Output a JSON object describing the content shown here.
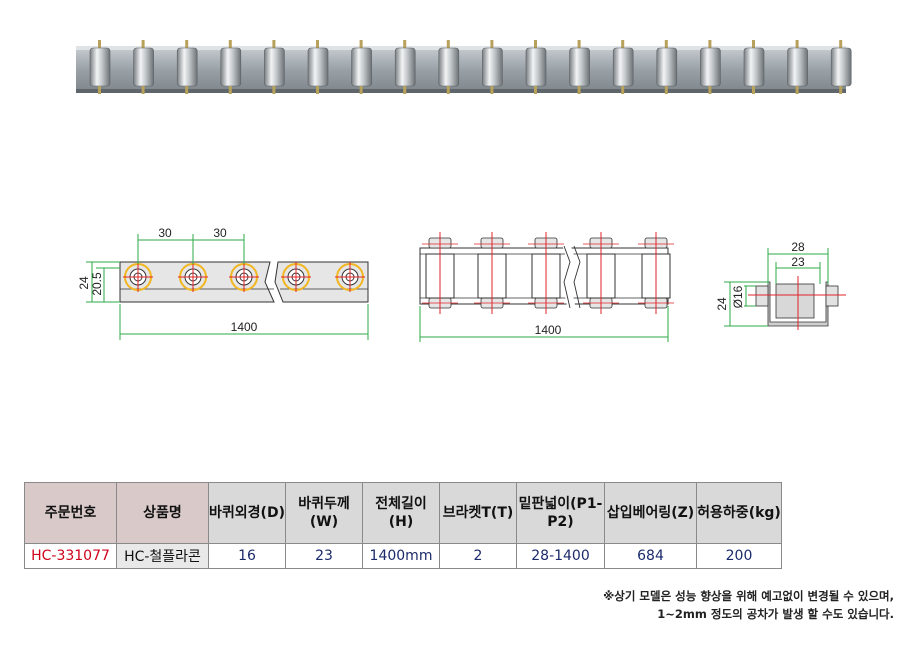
{
  "drawing": {
    "front_pitch_1": "30",
    "front_pitch_2": "30",
    "front_height_outer": "24",
    "front_height_inner": "20.5",
    "front_length": "1400",
    "top_length": "1400",
    "side_width_outer": "28",
    "side_width_inner": "23",
    "side_height": "24",
    "side_diameter": "Ø16"
  },
  "table": {
    "headers": [
      {
        "line1": "주문번호",
        "line2": ""
      },
      {
        "line1": "상품명",
        "line2": ""
      },
      {
        "line1": "바퀴외경",
        "line2": "(D)"
      },
      {
        "line1": "바퀴두께",
        "line2": "(W)"
      },
      {
        "line1": "전체길이",
        "line2": "(H)"
      },
      {
        "line1": "브라켓T",
        "line2": "(T)"
      },
      {
        "line1": "밑판넓이",
        "line2": "(P1-P2)"
      },
      {
        "line1": "삽입베어링",
        "line2": "(Z)"
      },
      {
        "line1": "허용하중",
        "line2": "(kg)"
      }
    ],
    "row": [
      "HC-331077",
      "HC-철플라콘",
      "16",
      "23",
      "1400mm",
      "2",
      "28-1400",
      "684",
      "200"
    ]
  },
  "notes": {
    "line1": "※상기 모델은 성능 향상을 위해 예고없이 변경될 수 있으며,",
    "line2": "1~2mm 정도의  공차가 발생 할 수도 있습니다."
  },
  "colors": {
    "order_code": "#d0021b",
    "table_value": "#1b2a6b",
    "dimension_line": "#2eaa4a",
    "center_line": "#e0242a",
    "wheel_ring": "#f2b620"
  }
}
